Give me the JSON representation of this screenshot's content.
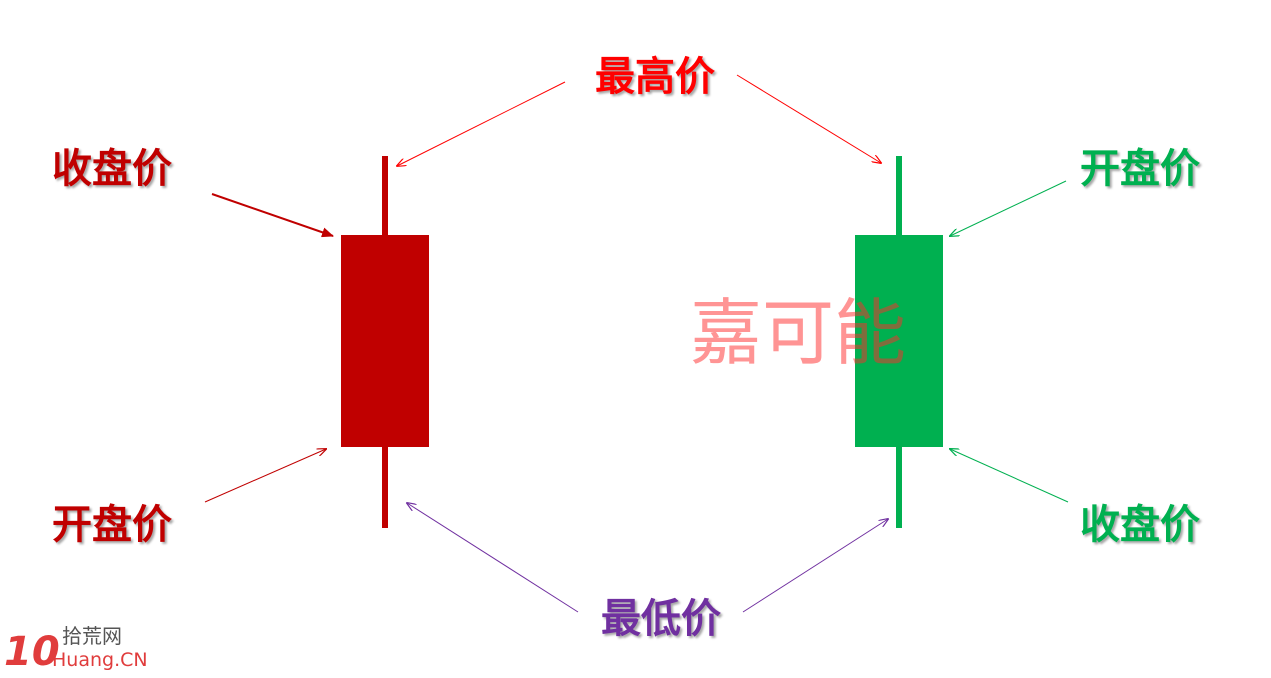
{
  "colors": {
    "bull": "#c00000",
    "bear": "#00b050",
    "high": "#ff0000",
    "low": "#7030a0",
    "watermark": "#ff2a2a"
  },
  "labels": {
    "high": "最高价",
    "low": "最低价",
    "red_close": "收盘价",
    "red_open": "开盘价",
    "green_open": "开盘价",
    "green_close": "收盘价"
  },
  "watermark": "嘉可能",
  "logo": {
    "number": "10",
    "cn": "拾荒网",
    "en": "Huang.CN"
  }
}
